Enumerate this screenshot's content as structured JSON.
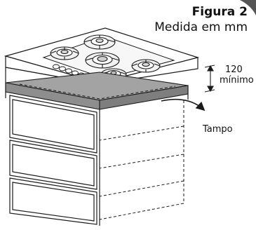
{
  "figure": {
    "title": "Figura 2",
    "subtitle": "Medida em mm"
  },
  "dimension": {
    "value": "120",
    "qualifier": "mínimo"
  },
  "callout": {
    "label": "Tampo"
  },
  "colors": {
    "line": "#1a1a1a",
    "countertop_fill": "#9a9a9a",
    "cooktop_fill": "#ffffff",
    "grate_fill": "#f2f2f2",
    "corner_accent": "#555555"
  },
  "icons": [
    "cooktop-burner-grates",
    "cabinet-drawers",
    "dimension-arrow",
    "curved-callout-arrow"
  ]
}
